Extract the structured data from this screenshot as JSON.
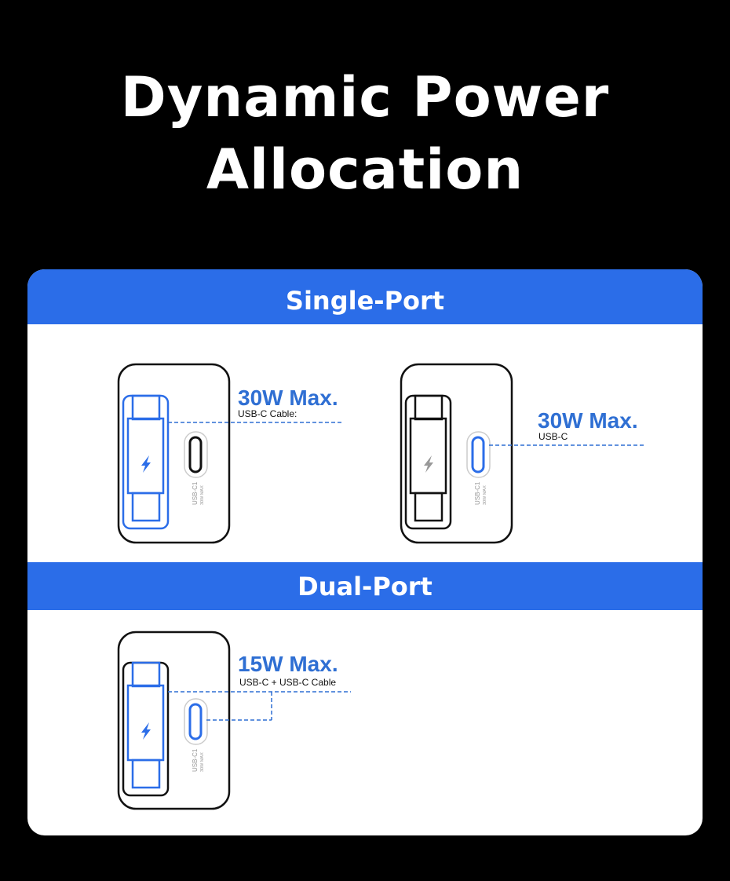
{
  "title": {
    "line1": "Dynamic Power",
    "line2": "Allocation"
  },
  "colors": {
    "accent": "#2b6de8",
    "label_blue": "#2f6fd3",
    "outline": "#111111",
    "background": "#000000",
    "card": "#ffffff"
  },
  "single_port": {
    "heading": "Single-Port",
    "case_cable": {
      "watt_label": "30W Max.",
      "sub_label": "USB-C Cable:",
      "port_text": "USB-C1",
      "port_rating": "30W MAX",
      "icon": "lightning-bolt-icon"
    },
    "case_port": {
      "watt_label": "30W Max.",
      "sub_label": "USB-C",
      "port_text": "USB-C1",
      "port_rating": "30W MAX",
      "icon": "lightning-bolt-icon"
    }
  },
  "dual_port": {
    "heading": "Dual-Port",
    "case_both": {
      "watt_label": "15W Max.",
      "sub_label": "USB-C + USB-C Cable",
      "port_text": "USB-C1",
      "port_rating": "30W MAX",
      "icon": "lightning-bolt-icon"
    }
  }
}
